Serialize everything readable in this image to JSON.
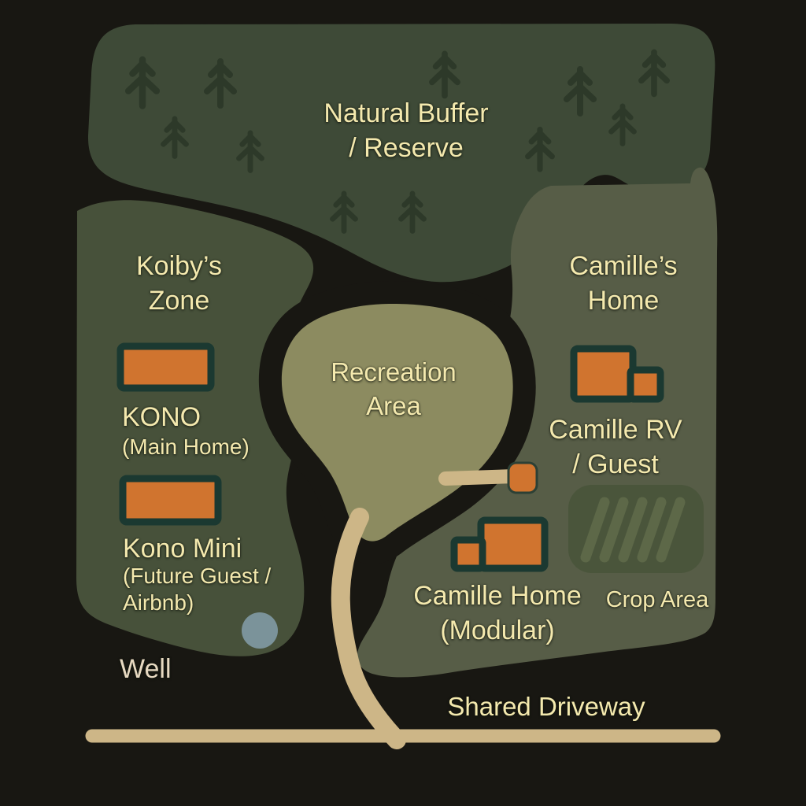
{
  "labels": {
    "natural_buffer": {
      "line1": "Natural Buffer",
      "line2": "/ Reserve"
    },
    "koiby_zone": {
      "line1": "Koiby’s",
      "line2": "Zone"
    },
    "camille_zone": {
      "line1": "Camille’s",
      "line2": "Home"
    },
    "recreation_area": {
      "line1": "Recreation",
      "line2": "Area"
    },
    "kono": {
      "title": "KONO",
      "subtitle": "(Main Home)"
    },
    "kono_mini": {
      "title": "Kono Mini",
      "subtitle_line1": "(Future Guest /",
      "subtitle_line2": "Airbnb)"
    },
    "camille_rv": {
      "line1": "Camille RV",
      "line2": "/ Guest"
    },
    "camille_home_modular": {
      "line1": "Camille Home",
      "line2": "(Modular)"
    },
    "crop_area": "Crop Area",
    "well": "Well",
    "shared_driveway": "Shared Driveway"
  },
  "colors": {
    "background": "#181712",
    "buffer_zone": "#3e4a37",
    "tree": "#2d3929",
    "koiby_zone": "#47513a",
    "camille_zone": "#575d47",
    "recreation_area": "#8c8b60",
    "crop_area_fill": "#4a553b",
    "crop_area_stripe": "#5d6848",
    "building_fill": "#d0742f",
    "building_border": "#1b3931",
    "driveway": "#cdb687",
    "well_marker": "#7b939a",
    "label_text": "#f4e9ae",
    "well_label_text": "#e7d9c1"
  }
}
